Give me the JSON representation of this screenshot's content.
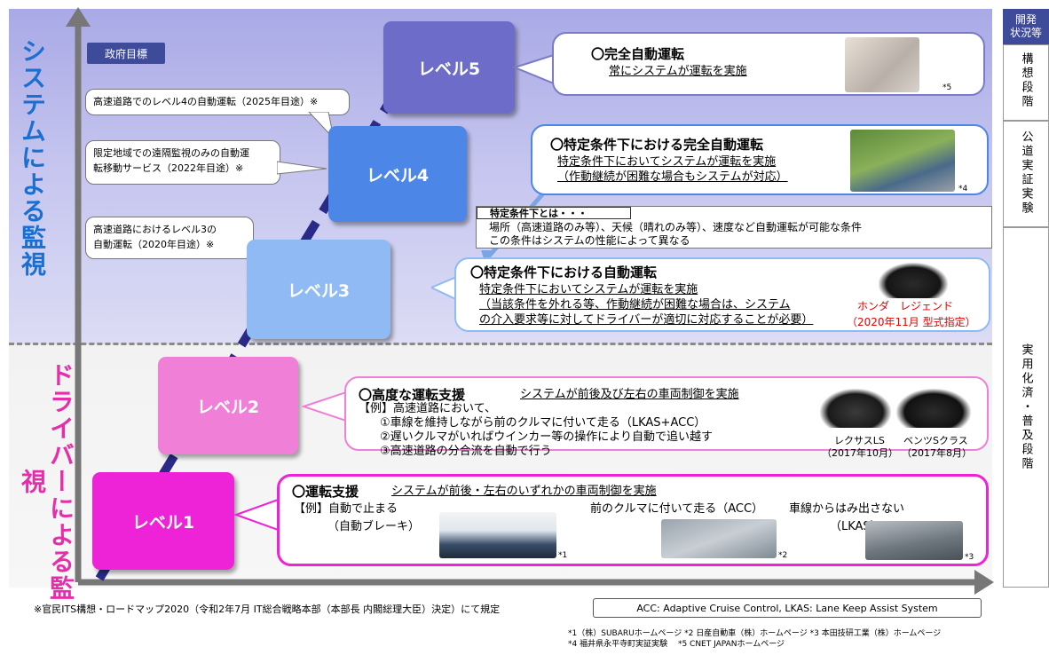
{
  "side_labels": {
    "system": "システムによる監視",
    "driver": "ドライバーによる監視"
  },
  "gov_target": "政府目標",
  "levels": {
    "l5": "レベル5",
    "l4": "レベル4",
    "l3": "レベル3",
    "l2": "レベル2",
    "l1": "レベル1"
  },
  "callouts": {
    "c1": "高速道路でのレベル4の自動運転（2025年目途）※",
    "c2a": "限定地域での遠隔監視のみの自動運",
    "c2b": "転移動サービス（2022年目途）※",
    "c3a": "高速道路におけるレベル3の",
    "c3b": "自動運転（2020年目途）※"
  },
  "cards": {
    "l5": {
      "title": "〇完全自動運転",
      "desc": "常にシステムが運転を実施",
      "note": "*5"
    },
    "l4": {
      "title": "〇特定条件下における完全自動運転",
      "desc1": "特定条件下においてシステムが運転を実施",
      "desc2": "（作動継続が困難な場合もシステムが対応）",
      "note": "*4"
    },
    "def": {
      "head": "特定条件下とは・・・",
      "line1": "場所（高速道路のみ等）、天候（晴れのみ等）、速度など自動運転が可能な条件",
      "line2": "この条件はシステムの性能によって異なる"
    },
    "l3": {
      "title": "〇特定条件下における自動運転",
      "desc1": "特定条件下においてシステムが運転を実施",
      "desc2": "（当該条件を外れる等、作動継続が困難な場合は、システム",
      "desc3": "の介入要求等に対してドライバーが適切に対応することが必要）",
      "car": "ホンダ　レジェンド",
      "car_date": "（2020年11月 型式指定）"
    },
    "l2": {
      "title": "〇高度な運転支援",
      "sub": "システムが前後及び左右の車両制御を実施",
      "ex": "【例】高速道路において、",
      "i1": "①車線を維持しながら前のクルマに付いて走る（LKAS+ACC）",
      "i2": "②遅いクルマがいればウインカー等の操作により自動で追い越す",
      "i3": "③高速道路の分合流を自動で行う",
      "car1": "レクサスLS",
      "car1_date": "（2017年10月）",
      "car2": "ベンツSクラス",
      "car2_date": "（2017年8月）"
    },
    "l1": {
      "title": "〇運転支援",
      "sub": "システムが前後・左右のいずれかの車両制御を実施",
      "ex": "【例】自動で止まる",
      "ex_b": "（自動ブレーキ）",
      "acc": "前のクルマに付いて走る（ACC）",
      "lkas": "車線からはみ出さない",
      "lkas_b": "（LKAS）",
      "n1": "*1",
      "n2": "*2",
      "n3": "*3"
    }
  },
  "sidebar": {
    "header": "開発\n状況等",
    "stage1": "構想段階",
    "stage2": "公道実証実験",
    "stage3": "実用化済・普及段階"
  },
  "footnote_main": "※官民ITS構想・ロードマップ2020（令和2年7月 IT総合戦略本部（本部長 内閣総理大臣）決定）にて規定",
  "abbrev": "ACC: Adaptive Cruise Control,  LKAS: Lane Keep Assist System",
  "sources": {
    "line1": "*1（株）SUBARUホームページ  *2 日産自動車（株）ホームページ  *3 本田技研工業（株）ホームページ",
    "line2": "*4 福井県永平寺町実証実験　 *5 CNET JAPANホームページ"
  },
  "colors": {
    "system_blue": "#1a6fd0",
    "driver_pink": "#e62eaa",
    "l5": "#6d6dc9",
    "l4": "#4c86e6",
    "l3": "#8fbaf3",
    "l2": "#f07fd8",
    "l1": "#ee22d6",
    "honda_red": "#e60000"
  }
}
